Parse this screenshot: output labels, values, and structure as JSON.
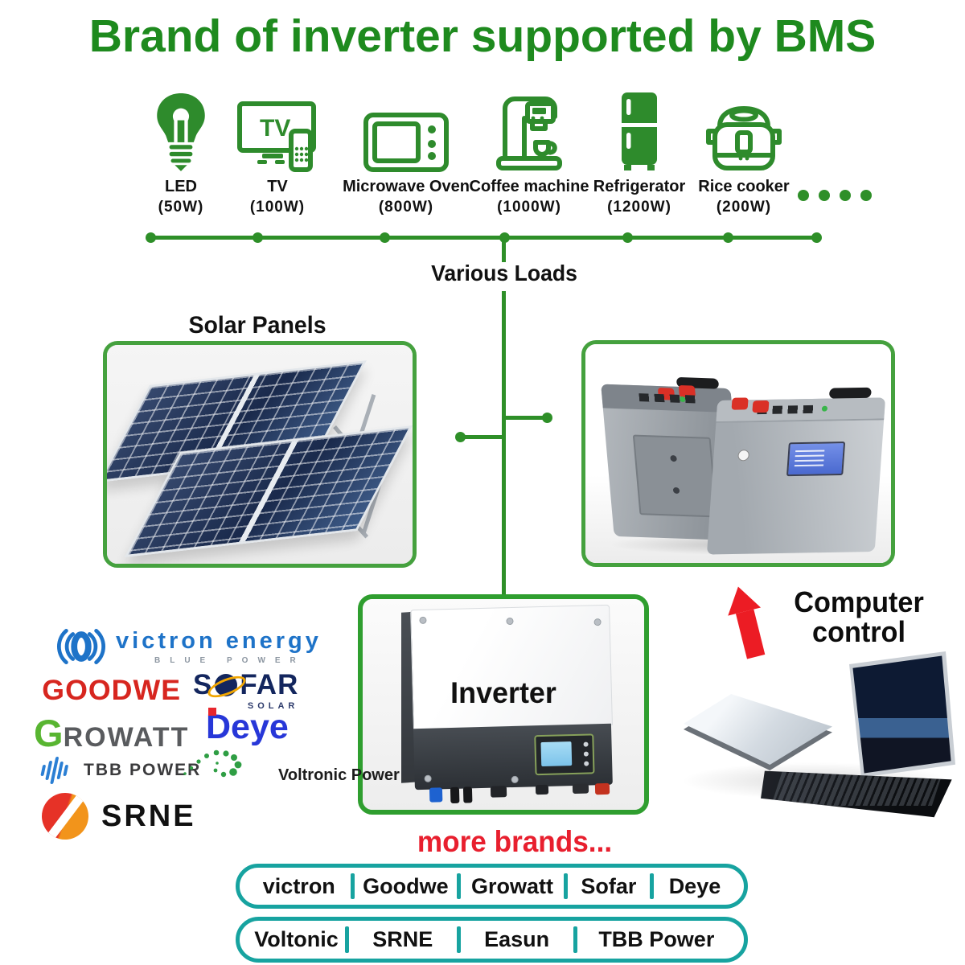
{
  "title": "Brand of inverter supported by BMS",
  "loads": {
    "group_label": "Various Loads",
    "items": [
      {
        "label": "LED",
        "watt": "(50W)",
        "icon": "led-bulb-icon"
      },
      {
        "label": "TV",
        "watt": "(100W)",
        "icon": "tv-icon"
      },
      {
        "label": "Microwave Oven",
        "watt": "(800W)",
        "icon": "microwave-oven-icon"
      },
      {
        "label": "Coffee machine",
        "watt": "(1000W)",
        "icon": "coffee-machine-icon"
      },
      {
        "label": "Refrigerator",
        "watt": "(1200W)",
        "icon": "refrigerator-icon"
      },
      {
        "label": "Rice cooker",
        "watt": "(200W)",
        "icon": "rice-cooker-icon"
      }
    ]
  },
  "tv_icon_text": "TV",
  "sections": {
    "solar_label": "Solar Panels",
    "inverter_label": "Inverter",
    "computer_line1": "Computer",
    "computer_line2": "control",
    "more_brands": "more brands..."
  },
  "logos": {
    "victron": {
      "name": "victron energy",
      "tagline": "BLUE POWER"
    },
    "goodwe": {
      "name": "GOODWE"
    },
    "sofar": {
      "part1": "S",
      "part2": "FAR",
      "tagline": "SOLAR"
    },
    "growatt": {
      "part1": "G",
      "part2": "ROWATT"
    },
    "deye": {
      "name": "Deye"
    },
    "tbb": {
      "name": "TBB POWER"
    },
    "voltronic": {
      "name": "Voltronic Power"
    },
    "srne": {
      "name": "SRNE"
    }
  },
  "pills": {
    "row1": [
      "victron",
      "Goodwe",
      "Growatt",
      "Sofar",
      "Deye"
    ],
    "row2": [
      "Voltonic",
      "SRNE",
      "Easun",
      "TBB Power"
    ]
  },
  "colors": {
    "title_green": "#1e8a1e",
    "icon_green": "#2e8b2c",
    "line_green": "#2e8f28",
    "box_border_green": "#45a13e",
    "pill_teal": "#17a3a0",
    "more_brands_red": "#e81f2e",
    "arrow_red": "#ec1c24",
    "goodwe_red": "#d7261f",
    "victron_blue": "#1e73c8",
    "deye_blue": "#2737d8",
    "sofar_navy": "#13265e",
    "sofar_orange": "#f0a500",
    "growatt_green": "#58b531",
    "growatt_gray": "#595b5e"
  }
}
